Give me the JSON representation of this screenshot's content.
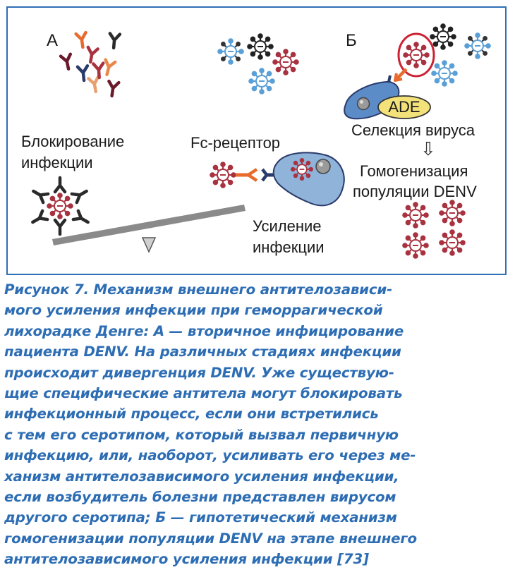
{
  "figure": {
    "panel_a_letter": "А",
    "panel_b_letter": "Б",
    "label_blocking_line1": "Блокирование",
    "label_blocking_line2": "инфекции",
    "label_fc_receptor": "Fc-рецептор",
    "label_enhancement_line1": "Усиление",
    "label_enhancement_line2": "инфекции",
    "label_ade": "ADE",
    "label_selection": "Селекция вируса",
    "label_homogenization_line1": "Гомогенизация",
    "label_homogenization_line2": "популяции DENV",
    "arrow_glyph": "⇩"
  },
  "colors": {
    "frame_border": "#2f6fb5",
    "caption_text": "#2d6db4",
    "virus_red": "#a8323f",
    "virus_black": "#222222",
    "virus_blue": "#5a9fd6",
    "cell_fill": "#8fb3d9",
    "ade_fill": "#f3e27a",
    "antibody_orange": "#e86a2c",
    "antibody_navy": "#2a3a6a",
    "seesaw_gray": "#8a8a8a"
  },
  "caption": {
    "lines": [
      "Рисунок 7. Механизм внешнего антителозависи-",
      "мого усиления инфекции при геморрагической",
      "лихорадке Денге: А — вторичное инфицирование",
      "пациента DENV. На различных стадиях инфекции",
      "происходит дивергенция DENV. Уже существую-",
      "щие специфические антитела могут блокировать",
      "инфекционный процесс, если они встретились",
      "с тем его серотипом, который вызвал первичную",
      "инфекцию, или, наоборот, усиливать его через ме-",
      "ханизм антителозависимого усиления инфекции,",
      "если возбудитель болезни представлен вирусом",
      "другого серотипа; Б — гипотетический механизм",
      "гомогенизации популяции DENV на этапе внешнего",
      "антителозависимого усиления инфекции [73]"
    ]
  }
}
